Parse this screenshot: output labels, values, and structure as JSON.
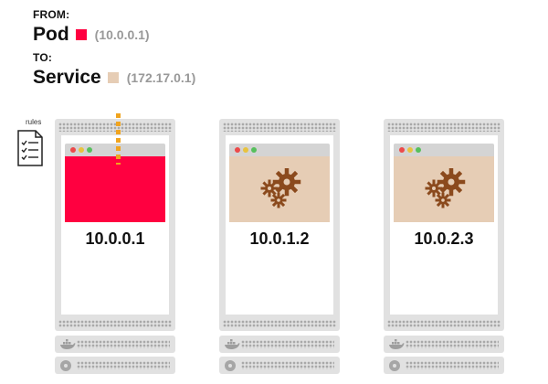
{
  "header": {
    "from_label": "FROM:",
    "from_kind": "Pod",
    "from_ip": "(10.0.0.1)",
    "to_label": "TO:",
    "to_kind": "Service",
    "to_ip": "(172.17.0.1)"
  },
  "rules_label": "rules",
  "colors": {
    "pod": "#ff0040",
    "service": "#e6cdb5",
    "gear": "#8b4a1d",
    "arrow": "#f0a41f",
    "server": "#e1e1e1"
  },
  "servers": [
    {
      "ip": "10.0.0.1",
      "kind": "pod"
    },
    {
      "ip": "10.0.1.2",
      "kind": "service"
    },
    {
      "ip": "10.0.2.3",
      "kind": "service"
    }
  ],
  "icons": [
    "rules-checklist-icon",
    "gears-icon",
    "docker-whale-icon",
    "disk-icon"
  ]
}
